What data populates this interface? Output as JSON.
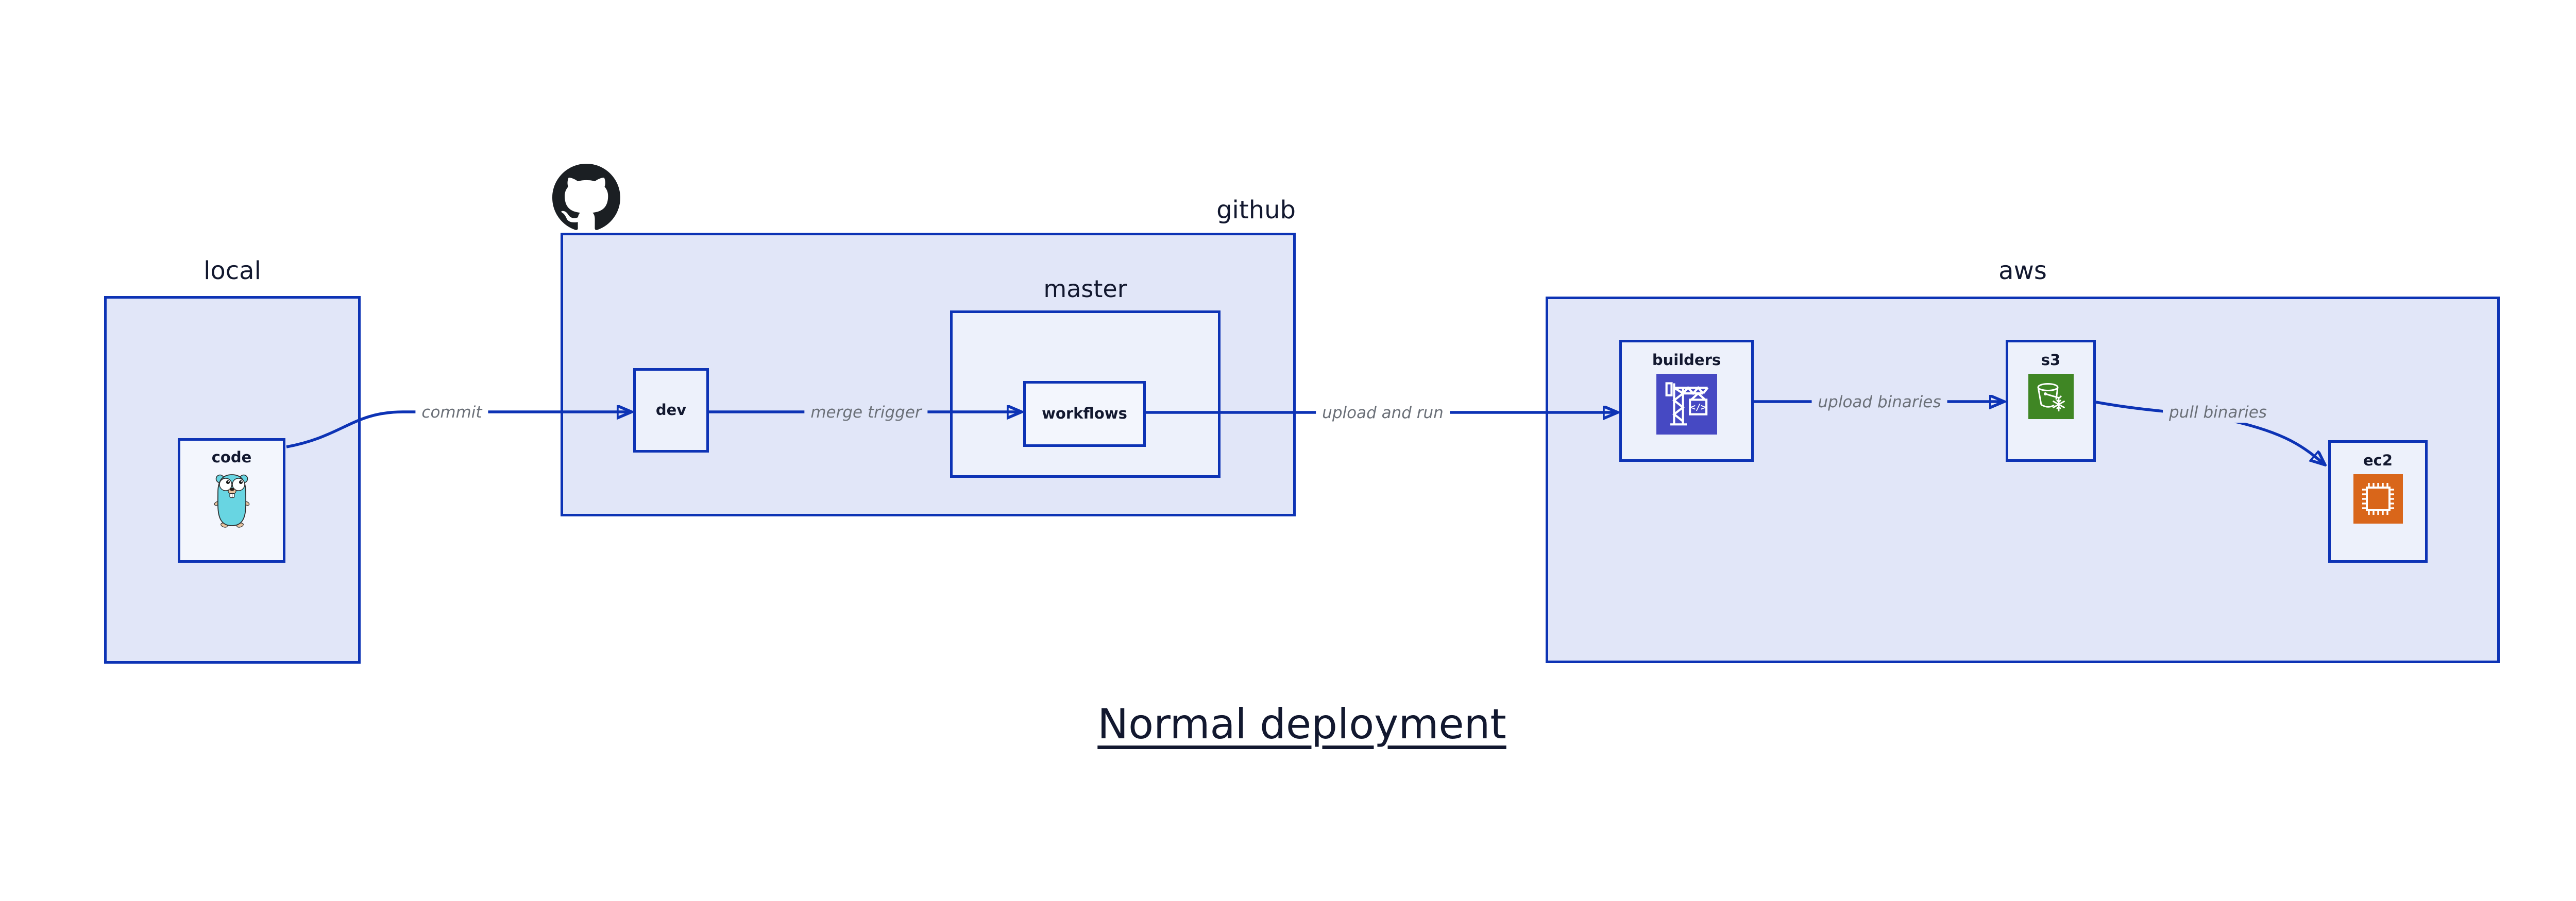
{
  "title": {
    "text": "Normal deployment"
  },
  "groups": {
    "local": {
      "label": "local"
    },
    "github": {
      "label": "github"
    },
    "master": {
      "label": "master"
    },
    "aws": {
      "label": "aws"
    }
  },
  "nodes": {
    "code": {
      "label": "code",
      "icon": "go-gopher-icon"
    },
    "dev": {
      "label": "dev"
    },
    "workflows": {
      "label": "workflows"
    },
    "builders": {
      "label": "builders",
      "icon": "codebuild-crane-icon",
      "icon_glyph": "</>"
    },
    "s3": {
      "label": "s3",
      "icon": "s3-glacier-bucket-icon"
    },
    "ec2": {
      "label": "ec2",
      "icon": "ec2-chip-icon"
    }
  },
  "edges": {
    "commit": {
      "label": "commit"
    },
    "merge_trigger": {
      "label": "merge trigger"
    },
    "upload_and_run": {
      "label": "upload and run"
    },
    "upload_binaries": {
      "label": "upload binaries"
    },
    "pull_binaries": {
      "label": "pull binaries"
    }
  },
  "icons": {
    "github_logo": "github-logo-icon"
  },
  "colors": {
    "arrow_blue": "#0d33b5",
    "group_fill": "#e1e6f8",
    "node_fill": "#edf1fb",
    "inner_node_fill": "#f3f6fd",
    "heading_navy": "#12182f",
    "edge_label_gray": "#6b7078",
    "codebuild_indigo": "#4649c3",
    "glacier_green": "#3f8624",
    "ec2_orange": "#d9661a",
    "github_black": "#1b1f23",
    "gopher_teal": "#68d5e2"
  }
}
